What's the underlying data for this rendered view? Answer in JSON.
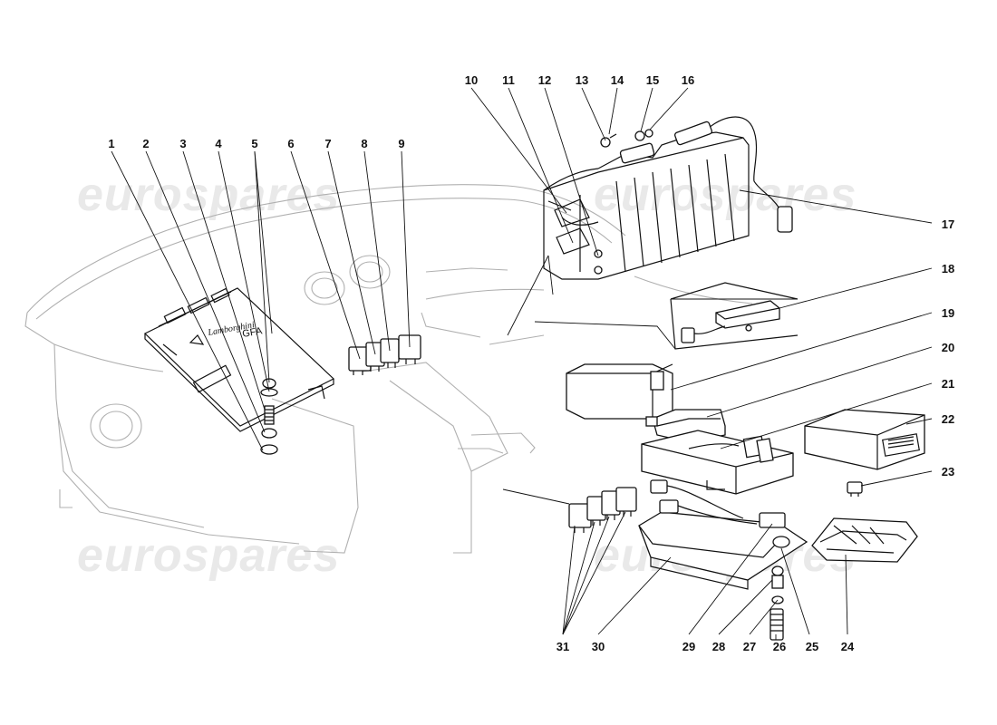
{
  "watermark": {
    "text": "eurospares"
  },
  "diagram": {
    "module_branding": {
      "logo_text": "Lamborghini",
      "module_code": "GFA"
    },
    "callouts": [
      {
        "number": "1"
      },
      {
        "number": "2"
      },
      {
        "number": "3"
      },
      {
        "number": "4"
      },
      {
        "number": "5"
      },
      {
        "number": "6"
      },
      {
        "number": "7"
      },
      {
        "number": "8"
      },
      {
        "number": "9"
      },
      {
        "number": "10"
      },
      {
        "number": "11"
      },
      {
        "number": "12"
      },
      {
        "number": "13"
      },
      {
        "number": "14"
      },
      {
        "number": "15"
      },
      {
        "number": "16"
      },
      {
        "number": "17"
      },
      {
        "number": "18"
      },
      {
        "number": "19"
      },
      {
        "number": "20"
      },
      {
        "number": "21"
      },
      {
        "number": "22"
      },
      {
        "number": "23"
      },
      {
        "number": "24"
      },
      {
        "number": "25"
      },
      {
        "number": "26"
      },
      {
        "number": "27"
      },
      {
        "number": "28"
      },
      {
        "number": "29"
      },
      {
        "number": "30"
      },
      {
        "number": "31"
      }
    ]
  }
}
